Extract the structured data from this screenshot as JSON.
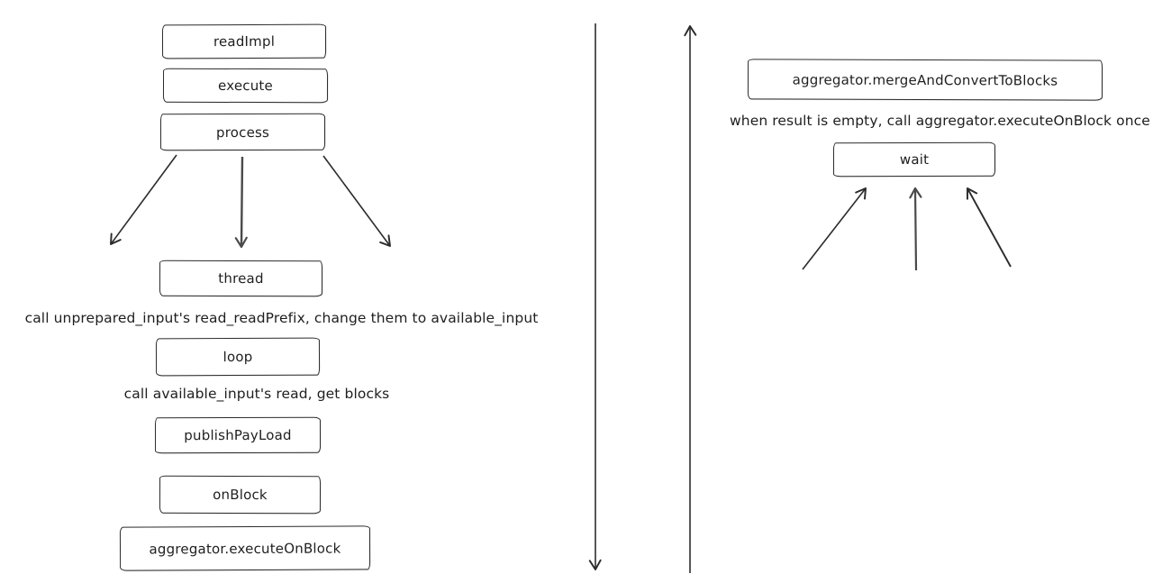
{
  "canvas": {
    "background": "#ffffff",
    "stroke_color": "#2b2b2b"
  },
  "nodes": {
    "readImpl": "readImpl",
    "execute": "execute",
    "process": "process",
    "thread": "thread",
    "loop": "loop",
    "publishPayLoad": "publishPayLoad",
    "onBlock": "onBlock",
    "aggregatorExecuteOnBlock": "aggregator.executeOnBlock",
    "aggregatorMergeAndConvertToBlocks": "aggregator.mergeAndConvertToBlocks",
    "wait": "wait"
  },
  "annotations": {
    "unprepared_input_note": "call unprepared_input's read_readPrefix, change them to available_input",
    "available_input_note": "call available_input's read, get blocks",
    "empty_result_note": "when result is empty, call aggregator.executeOnBlock once"
  }
}
